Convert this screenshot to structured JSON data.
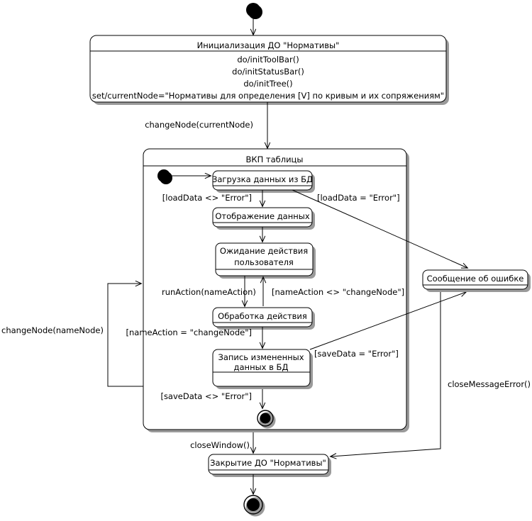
{
  "diagram": {
    "kind": "uml-state-machine-diagram",
    "language": "ru",
    "background_color": "#ffffff",
    "line_color": "#000000",
    "shadow_color": "#9a9a9a"
  },
  "states": {
    "start_top": {
      "name": "initial-state",
      "label": ""
    },
    "init": {
      "title": "Инициализация ДО \"Нормативы\"",
      "actions": [
        "do/initToolBar()",
        "do/initStatusBar()",
        "do/initTree()",
        "set/currentNode=\"Нормативы для определения [V] по кривым и их сопряжениям\""
      ]
    },
    "composite": {
      "title": "ВКП таблицы"
    },
    "load": {
      "title": "Загрузка данных из БД"
    },
    "display": {
      "title": "Отображение данных"
    },
    "wait": {
      "title_line1": "Ожидание действия",
      "title_line2": "пользователя"
    },
    "process": {
      "title": "Обработка действия"
    },
    "save": {
      "title_line1": "Запись измененных",
      "title_line2": "данных в БД"
    },
    "error": {
      "title": "Сообщение об ошибке"
    },
    "close": {
      "title": "Закрытие ДО \"Нормативы\""
    },
    "final_inner": {
      "name": "final-state-inner",
      "label": ""
    },
    "final_bottom": {
      "name": "final-state-bottom",
      "label": ""
    }
  },
  "transitions": {
    "start_to_init": "",
    "init_to_composite": "changeNode(currentNode)",
    "start_to_load": "",
    "load_to_display": "[loadData <> \"Error\"]",
    "load_to_error": "[loadData = \"Error\"]",
    "display_to_wait": "",
    "wait_to_process": "runAction(nameAction)",
    "process_to_wait": "[nameAction <> \"changeNode\"]",
    "process_to_save": "[nameAction = \"changeNode\"]",
    "save_to_error": "[saveData = \"Error\"]",
    "save_to_final": "[saveData <> \"Error\"]",
    "composite_self_loop": "changeNode(nameNode)",
    "composite_to_close": "closeWindow()",
    "error_to_close": "closeMessageError()",
    "close_to_final": ""
  }
}
